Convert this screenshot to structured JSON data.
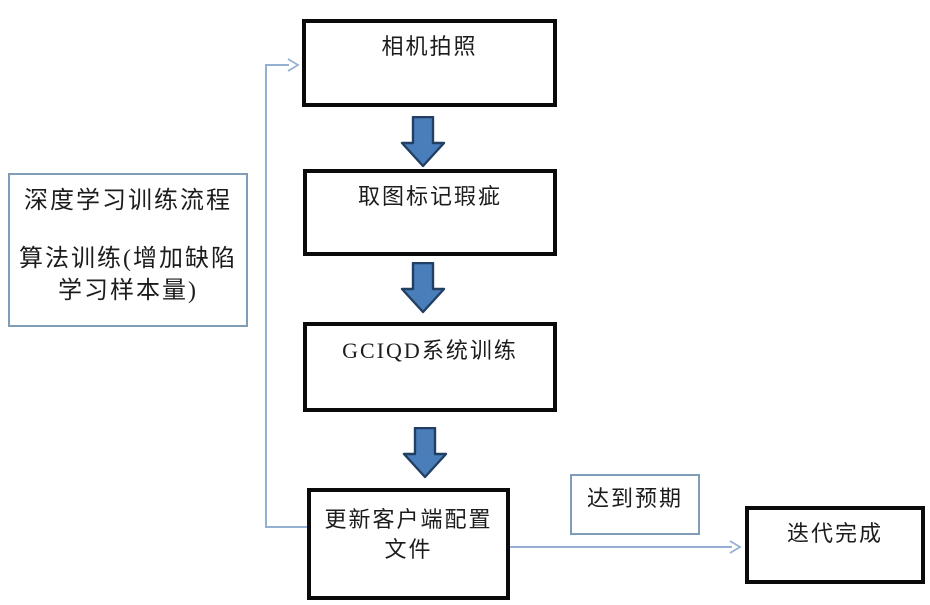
{
  "colors": {
    "arrow-fill": "#4a7ebb",
    "arrow-stroke": "#213f63",
    "connector": "#95b0d2",
    "box-border": "#0a0a0a",
    "light-border": "#7f9db9",
    "text-color": "#1c1c1c",
    "bg": "#ffffff"
  },
  "icons": {
    "block_arrow": "down-block-arrow",
    "arrowhead": "right-open-chevron"
  },
  "flowchart": {
    "side_note": {
      "line1": "深度学习训练流程",
      "line2": "算法训练(增加缺陷",
      "line3": "学习样本量)"
    },
    "steps": {
      "camera": "相机拍照",
      "mark": "取图标记瑕疵",
      "train": "GCIQD系统训练",
      "update_line1": "更新客户端配置",
      "update_line2": "文件",
      "done": "迭代完成"
    },
    "edge_labels": {
      "expect": "达到预期"
    }
  }
}
